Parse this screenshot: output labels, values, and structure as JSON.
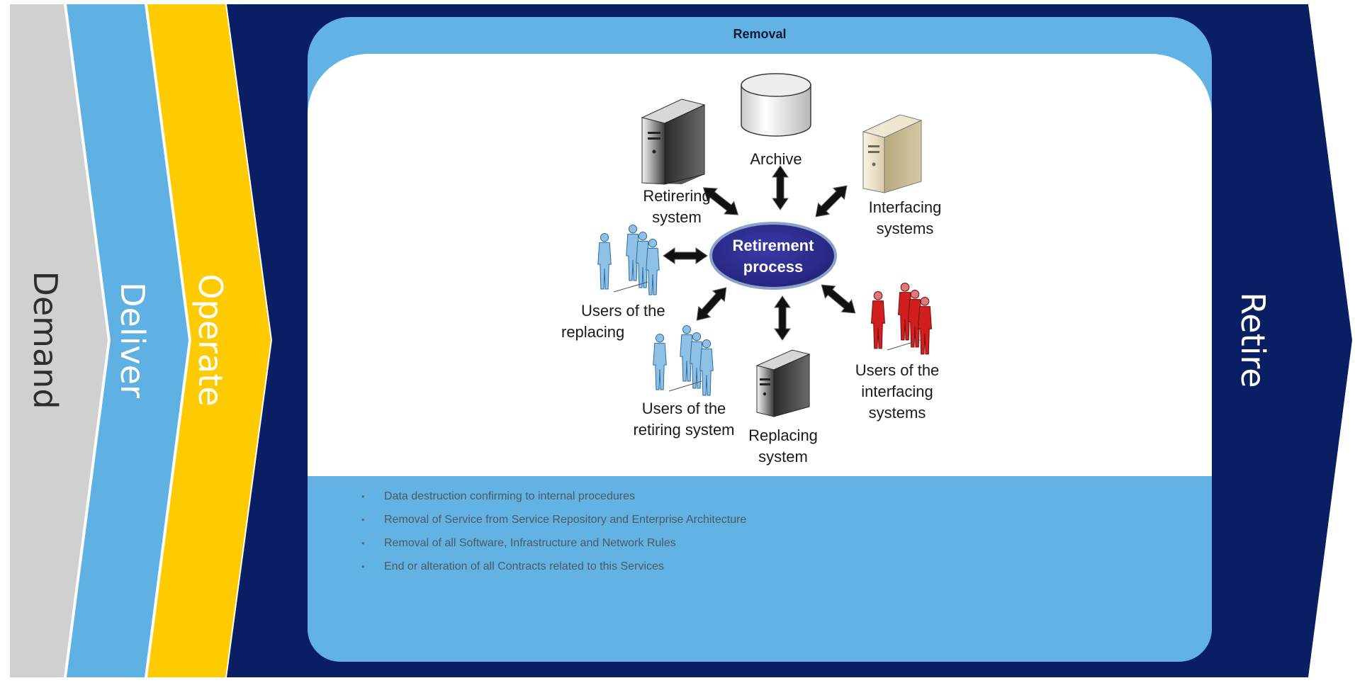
{
  "stages": [
    {
      "label": "Demand",
      "color": "#d0d0d0",
      "text_color": "#2e2e2e"
    },
    {
      "label": "Deliver",
      "color": "#5fb0e3",
      "text_color": "#ffffff"
    },
    {
      "label": "Operate",
      "color": "#fecb00",
      "text_color": "#ffffff"
    },
    {
      "label": "Retire",
      "color": "#0a1f63",
      "text_color": "#ffffff"
    }
  ],
  "panel": {
    "title": "Removal",
    "bullets": [
      "Data destruction confirming to internal procedures",
      "Removal of Service from Service Repository and Enterprise Architecture",
      "Removal of all Software, Infrastructure and Network Rules",
      "End or alteration of all Contracts related to this Services"
    ]
  },
  "diagram": {
    "center": {
      "line1": "Retirement",
      "line2": "process"
    },
    "nodes": {
      "archive": {
        "line1": "Archive",
        "icon": "database-icon"
      },
      "retiring_system": {
        "line1": "Retirering",
        "line2": "system",
        "icon": "server-icon"
      },
      "interfacing_systems": {
        "line1": "Interfacing",
        "line2": "systems",
        "icon": "server-icon"
      },
      "users_replacing": {
        "line1": "Users of the",
        "line2": "replacing",
        "icon": "users-icon"
      },
      "users_retiring": {
        "line1": "Users of the",
        "line2": "retiring system",
        "icon": "users-icon"
      },
      "replacing_system": {
        "line1": "Replacing",
        "line2": "system",
        "icon": "server-icon"
      },
      "users_interfacing": {
        "line1": "Users of the",
        "line2": "interfacing",
        "line3": "systems",
        "icon": "users-icon"
      }
    }
  },
  "colors": {
    "center_fill": "#2e2e8f",
    "panel_blue": "#62b2e4",
    "arrow_fill": "#111111",
    "users_blue": "#8fc0e6",
    "users_red": "#d11f1f"
  }
}
